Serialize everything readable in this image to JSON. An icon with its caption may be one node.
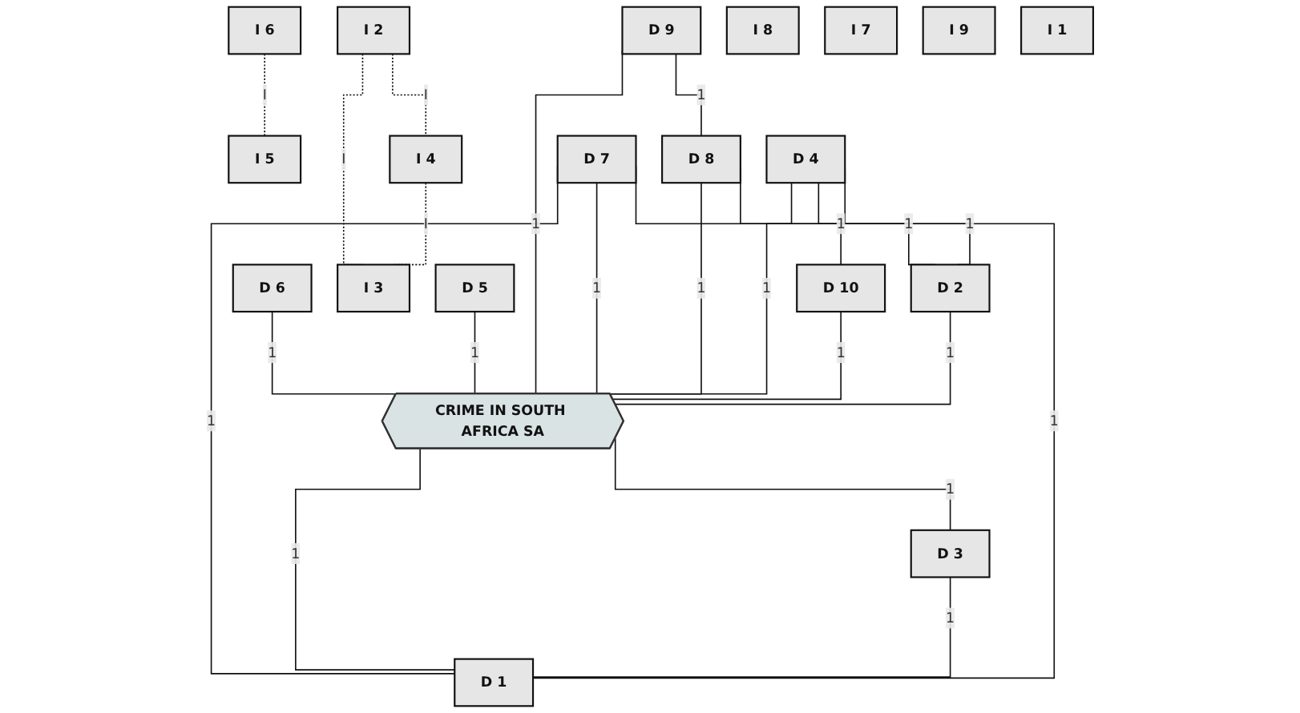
{
  "diagram": {
    "nodes": [
      {
        "text": [
          "I 6"
        ]
      },
      {
        "text": [
          "I 5"
        ]
      },
      {
        "text": [
          "I 2"
        ]
      },
      {
        "text": [
          "I 4"
        ]
      },
      {
        "text": [
          "D 5"
        ]
      },
      {
        "text": [
          "D 9"
        ]
      },
      {
        "text": [
          "D 6"
        ]
      },
      {
        "text": [
          "D 7"
        ]
      },
      {
        "text": [
          "CRIME IN SOUTH AFRICA SA"
        ]
      },
      {
        "text": [
          "I 8"
        ]
      },
      {
        "text": [
          "I 3"
        ]
      },
      {
        "text": [
          "D 3"
        ]
      },
      {
        "text": [
          "D 8"
        ]
      },
      {
        "text": [
          "D 1"
        ]
      },
      {
        "text": [
          "D 4"
        ]
      },
      {
        "text": [
          "D 10"
        ]
      },
      {
        "text": [
          "I 7"
        ]
      },
      {
        "text": [
          "I 9"
        ]
      },
      {
        "text": [
          "D 2"
        ]
      },
      {
        "text": [
          "I 1"
        ]
      }
    ],
    "edges": [
      {
        "from": 0,
        "to": 1,
        "arrow": "none",
        "label": "I",
        "style": "dashed"
      },
      {
        "from": 2,
        "to": 3,
        "arrow": "none",
        "label": "I",
        "style": "dashed"
      },
      {
        "from": 2,
        "to": 10,
        "arrow": "none",
        "label": "I",
        "style": "dashed"
      },
      {
        "from": 3,
        "to": 10,
        "arrow": "none",
        "label": "I",
        "style": "dashed"
      },
      {
        "from": 6,
        "to": 8,
        "arrow": "none",
        "label": "1"
      },
      {
        "from": 4,
        "to": 8,
        "arrow": "none",
        "label": "1"
      },
      {
        "from": 5,
        "to": 8,
        "arrow": "none",
        "label": "1"
      },
      {
        "from": 5,
        "to": 12,
        "arrow": "none",
        "label": "1"
      },
      {
        "from": 7,
        "to": 8,
        "arrow": "none",
        "label": "1"
      },
      {
        "from": 7,
        "to": 13,
        "arrow": "none",
        "label": "1"
      },
      {
        "from": 8,
        "to": 11,
        "arrow": "none",
        "label": "1"
      },
      {
        "from": 8,
        "to": 13,
        "arrow": "none",
        "label": "1"
      },
      {
        "from": 11,
        "to": 13,
        "arrow": "none",
        "label": "1"
      },
      {
        "from": 12,
        "to": 8,
        "arrow": "none",
        "label": "1"
      },
      {
        "from": 14,
        "to": 8,
        "arrow": "none",
        "label": "1"
      },
      {
        "from": 15,
        "to": 8,
        "arrow": "none",
        "label": "1"
      },
      {
        "from": 14,
        "to": 13,
        "arrow": "none",
        "label": "1"
      },
      {
        "from": 14,
        "to": 15,
        "arrow": "none",
        "label": "1"
      },
      {
        "from": 12,
        "to": 18,
        "arrow": "none",
        "label": "1"
      },
      {
        "from": 18,
        "to": 8,
        "arrow": "none",
        "label": "1"
      },
      {
        "from": 7,
        "to": 18,
        "arrow": "none",
        "label": "1"
      }
    ]
  }
}
